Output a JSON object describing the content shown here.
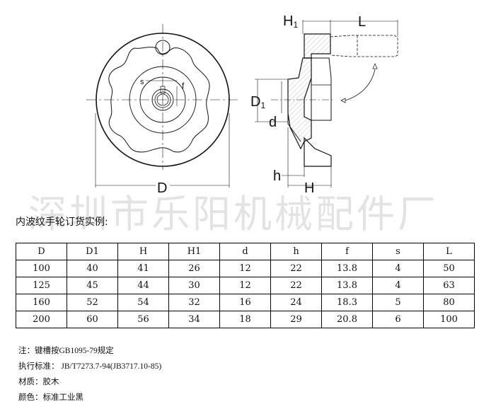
{
  "drawing": {
    "front_view": {
      "labels": {
        "D": "D",
        "s": "s",
        "f": "f"
      }
    },
    "side_view": {
      "labels": {
        "H1": "H",
        "H1_sub": "1",
        "L": "L",
        "D1": "D",
        "D1_sub": "1",
        "d": "d",
        "h": "h",
        "H": "H"
      }
    }
  },
  "watermark": "深圳市乐阳机械配件厂",
  "example_title": "内波纹手轮订货实例:",
  "table": {
    "headers": [
      "D",
      "D1",
      "H",
      "H1",
      "d",
      "h",
      "f",
      "s",
      "L"
    ],
    "rows": [
      [
        "100",
        "40",
        "41",
        "26",
        "12",
        "22",
        "13.8",
        "4",
        "50"
      ],
      [
        "125",
        "45",
        "44",
        "30",
        "12",
        "22",
        "13.8",
        "4",
        "63"
      ],
      [
        "160",
        "52",
        "54",
        "32",
        "16",
        "24",
        "18.3",
        "5",
        "80"
      ],
      [
        "200",
        "60",
        "56",
        "34",
        "18",
        "29",
        "20.8",
        "6",
        "100"
      ]
    ]
  },
  "notes": [
    {
      "label": "注：",
      "value": "键槽按GB1095-79规定"
    },
    {
      "label": "执行标准：",
      "value": " JB/T7273.7-94(JB3717.10-85)"
    },
    {
      "label": "材质：",
      "value": "胶木"
    },
    {
      "label": "颜色：",
      "value": "标准工业黑"
    }
  ]
}
